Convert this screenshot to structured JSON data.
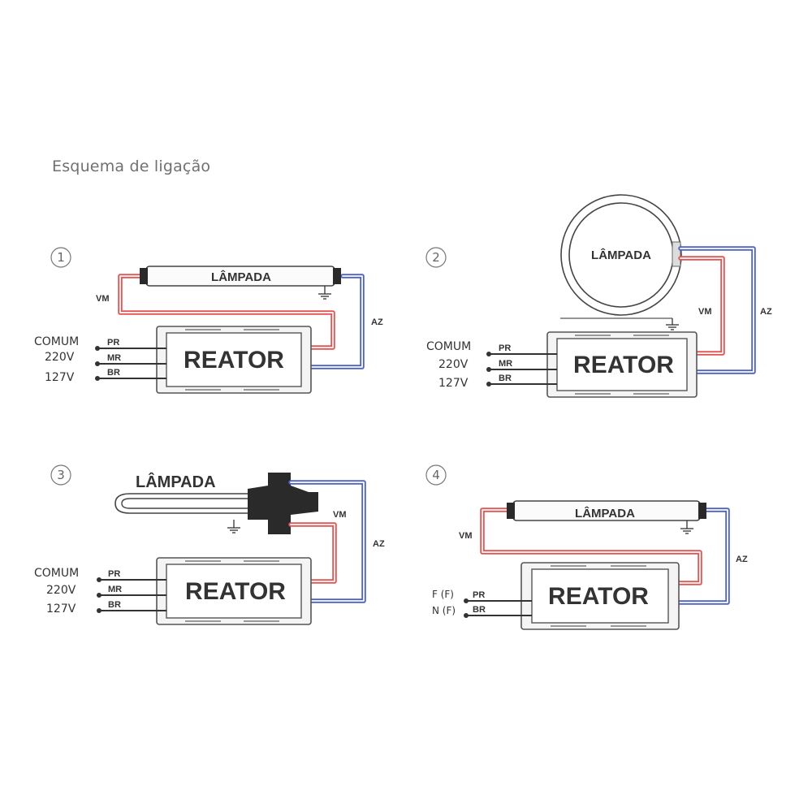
{
  "title": "Esquema de ligação",
  "diagrams": [
    {
      "number": "1",
      "lamp_label": "LÂMPADA",
      "ballast_label": "REATOR",
      "red_wire_label": "VM",
      "blue_wire_label": "AZ",
      "inputs": [
        {
          "voltage": "COMUM",
          "wire": "PR"
        },
        {
          "voltage": "220V",
          "wire": "MR"
        },
        {
          "voltage": "127V",
          "wire": "BR"
        }
      ]
    },
    {
      "number": "2",
      "lamp_label": "LÂMPADA",
      "ballast_label": "REATOR",
      "red_wire_label": "VM",
      "blue_wire_label": "AZ",
      "inputs": [
        {
          "voltage": "COMUM",
          "wire": "PR"
        },
        {
          "voltage": "220V",
          "wire": "MR"
        },
        {
          "voltage": "127V",
          "wire": "BR"
        }
      ]
    },
    {
      "number": "3",
      "lamp_label": "LÂMPADA",
      "ballast_label": "REATOR",
      "red_wire_label": "VM",
      "blue_wire_label": "AZ",
      "inputs": [
        {
          "voltage": "COMUM",
          "wire": "PR"
        },
        {
          "voltage": "220V",
          "wire": "MR"
        },
        {
          "voltage": "127V",
          "wire": "BR"
        }
      ]
    },
    {
      "number": "4",
      "lamp_label": "LÂMPADA",
      "ballast_label": "REATOR",
      "red_wire_label": "VM",
      "blue_wire_label": "AZ",
      "inputs": [
        {
          "voltage": "F (F)",
          "wire": "PR"
        },
        {
          "voltage": "N (F)",
          "wire": "BR"
        }
      ]
    }
  ],
  "colors": {
    "red_wire": "#e35552",
    "blue_wire": "#4e63c4",
    "title": "#707070"
  }
}
